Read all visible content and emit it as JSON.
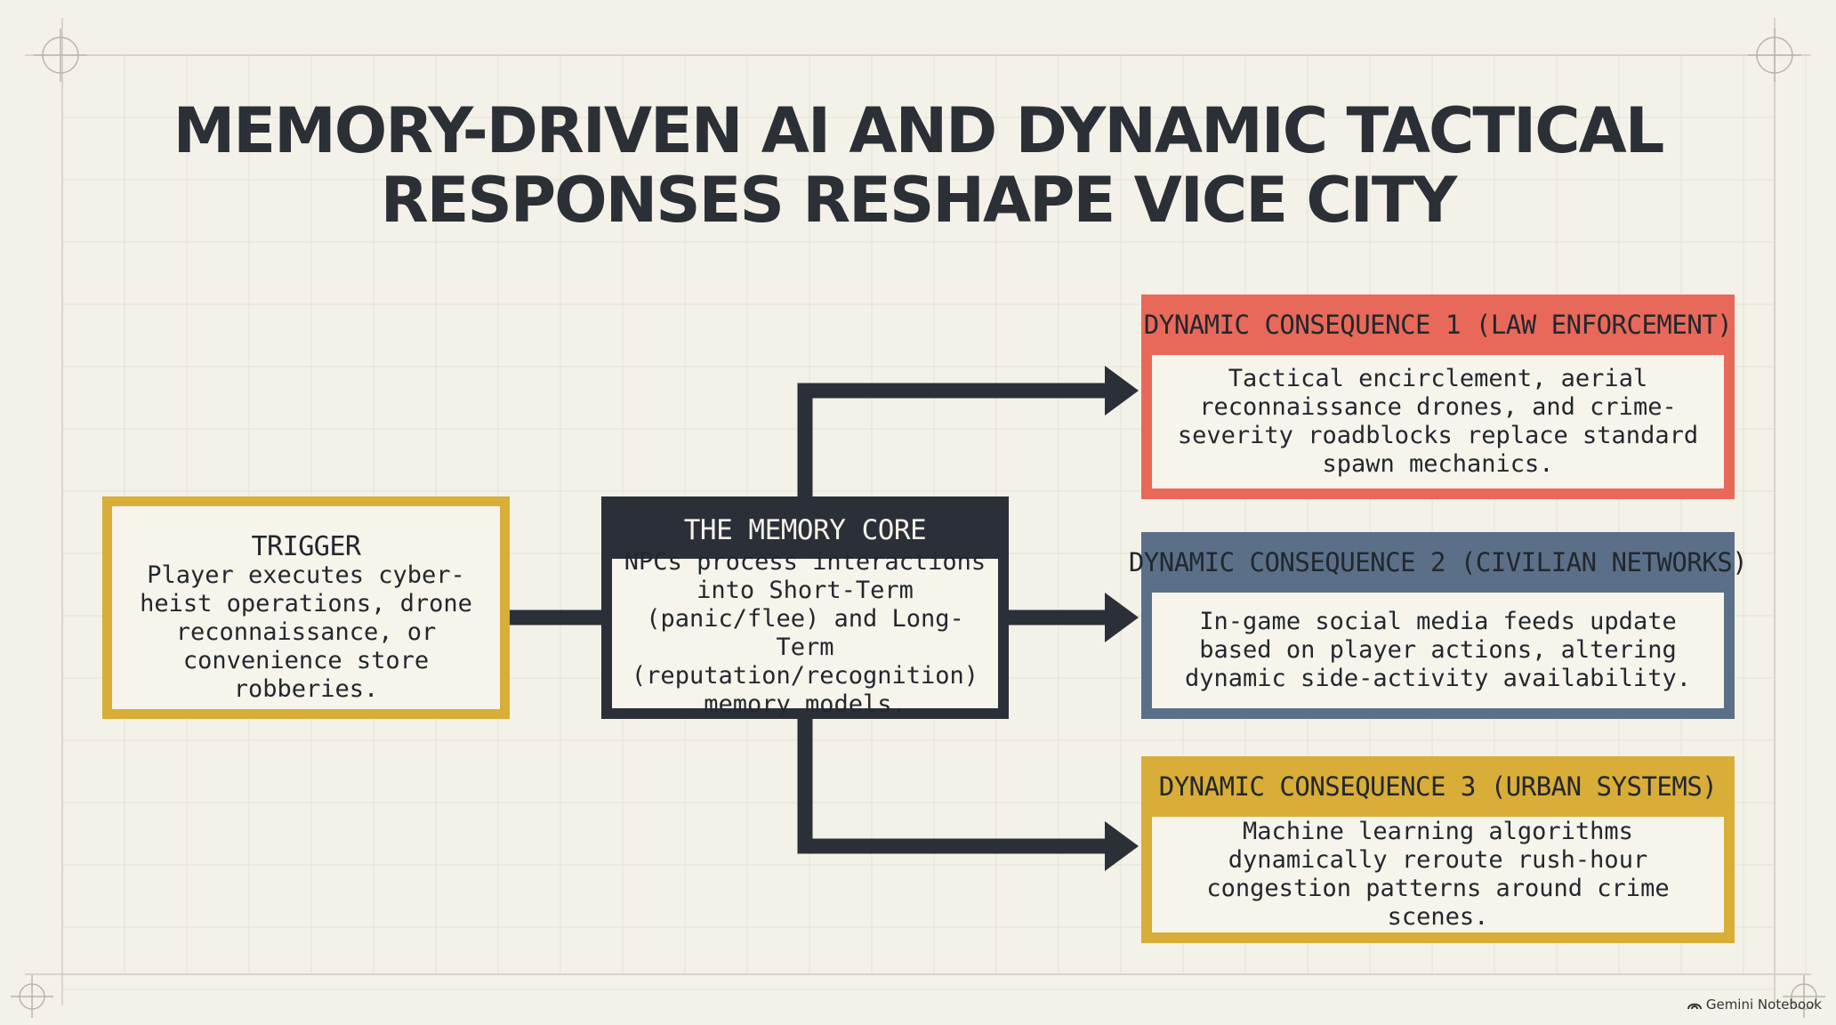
{
  "title": {
    "line1": "MEMORY-DRIVEN AI AND DYNAMIC TACTICAL",
    "line2": "RESPONSES RESHAPE VICE CITY"
  },
  "trigger": {
    "heading": "TRIGGER",
    "body": "Player executes cyber-heist operations, drone reconnaissance, or convenience store robberies."
  },
  "core": {
    "heading": "THE MEMORY CORE",
    "body": "NPCs process interactions into Short-Term (panic/flee) and Long-Term (reputation/recognition) memory models."
  },
  "consequences": [
    {
      "heading": "DYNAMIC CONSEQUENCE 1 (LAW ENFORCEMENT)",
      "body": "Tactical encirclement, aerial reconnaissance drones, and crime-severity roadblocks replace standard spawn mechanics."
    },
    {
      "heading": "DYNAMIC CONSEQUENCE 2 (CIVILIAN NETWORKS)",
      "body": "In-game social media feeds update based on player actions, altering dynamic side-activity availability."
    },
    {
      "heading": "DYNAMIC CONSEQUENCE 3 (URBAN SYSTEMS)",
      "body": "Machine learning algorithms dynamically reroute rush-hour congestion patterns around crime scenes."
    }
  ],
  "footer": {
    "brand": "Gemini Notebook",
    "icon": "gemini-logo-icon"
  },
  "colors": {
    "background": "#f4f1e8",
    "dark": "#2b3038",
    "gold": "#d8ad38",
    "coral": "#e8695a",
    "slate": "#5b7088",
    "grid": "#d9d6cc"
  }
}
